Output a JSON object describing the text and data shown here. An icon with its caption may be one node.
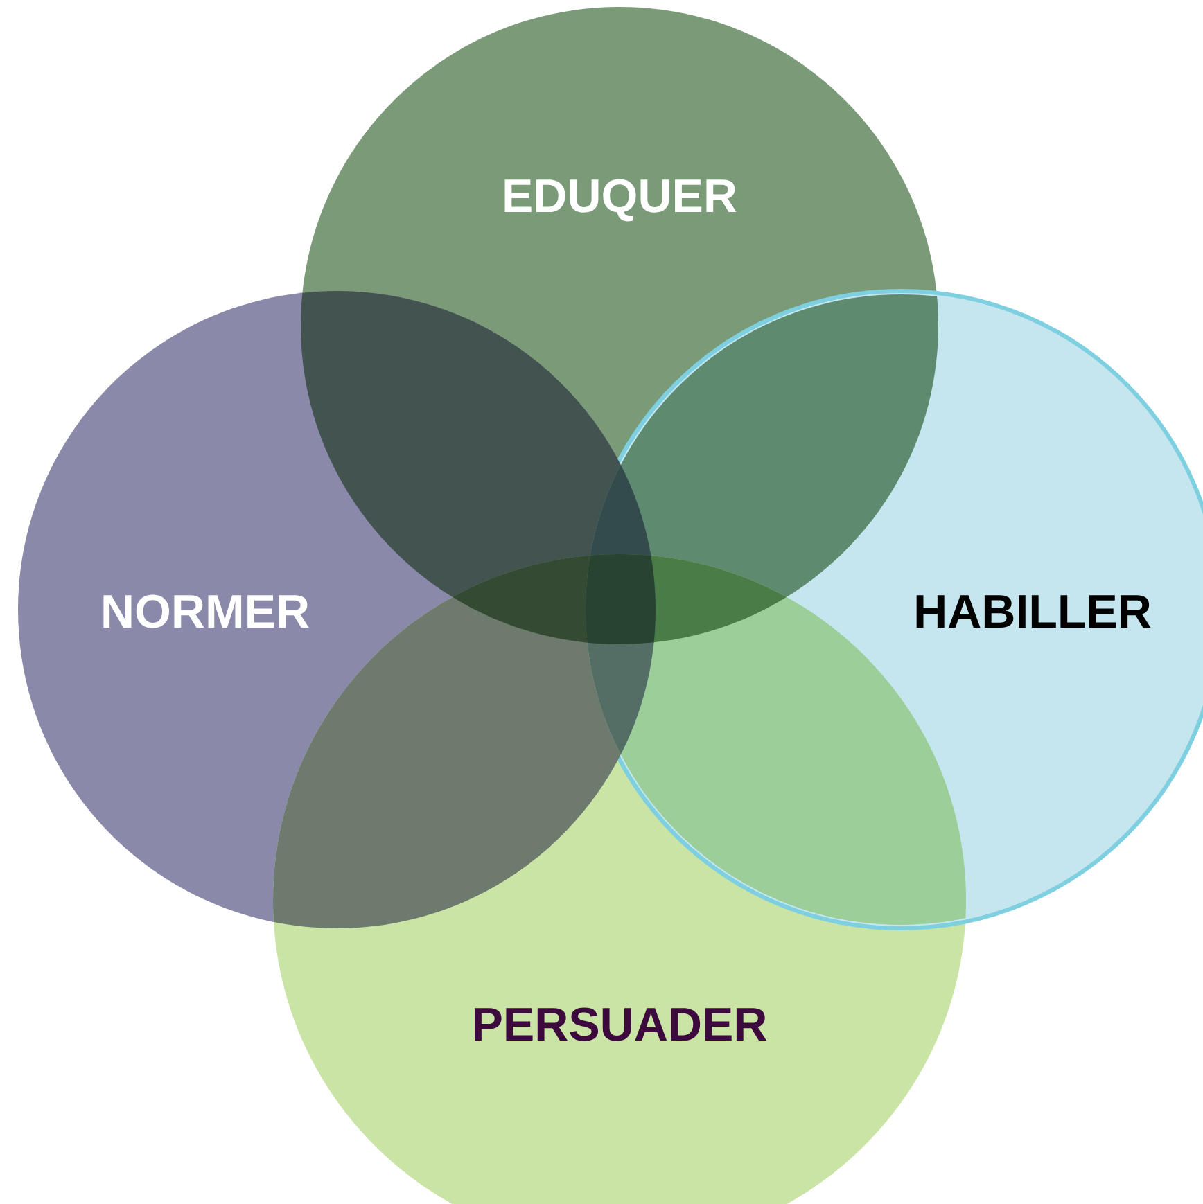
{
  "diagram": {
    "nodes": [
      {
        "text": [
          "EDUQUER"
        ]
      },
      {
        "text": [
          "NORMER"
        ]
      },
      {
        "text": [
          "HABILLER"
        ]
      },
      {
        "text": [
          "PERSUADER"
        ]
      }
    ]
  }
}
